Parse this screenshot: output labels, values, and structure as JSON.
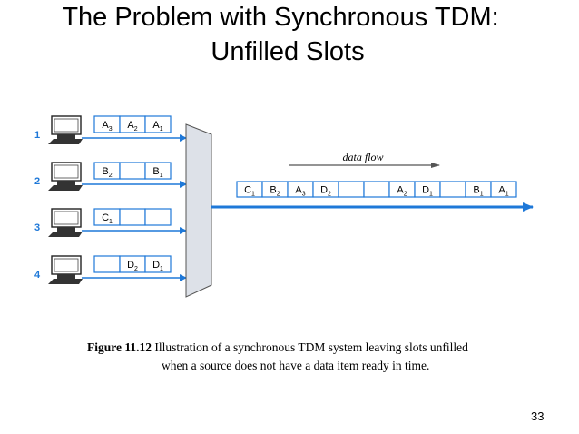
{
  "title": {
    "line1": "The Problem with Synchronous TDM:",
    "line2": "Unfilled Slots"
  },
  "colors": {
    "line": "#1e78d8",
    "mux_fill": "#dde1e8",
    "slot_fill": "#ffffff"
  },
  "sources": [
    {
      "number": "1",
      "slots": [
        {
          "l": "A",
          "s": "3"
        },
        {
          "l": "A",
          "s": "2"
        },
        {
          "l": "A",
          "s": "1"
        }
      ]
    },
    {
      "number": "2",
      "slots": [
        {
          "l": "B",
          "s": "2"
        },
        {
          "l": "",
          "s": ""
        },
        {
          "l": "B",
          "s": "1"
        }
      ]
    },
    {
      "number": "3",
      "slots": [
        {
          "l": "C",
          "s": "1"
        },
        {
          "l": "",
          "s": ""
        },
        {
          "l": "",
          "s": ""
        }
      ]
    },
    {
      "number": "4",
      "slots": [
        {
          "l": "",
          "s": ""
        },
        {
          "l": "D",
          "s": "2"
        },
        {
          "l": "D",
          "s": "1"
        }
      ]
    }
  ],
  "output_slots": [
    {
      "l": "C",
      "s": "1"
    },
    {
      "l": "B",
      "s": "2"
    },
    {
      "l": "A",
      "s": "3"
    },
    {
      "l": "D",
      "s": "2"
    },
    {
      "l": "",
      "s": ""
    },
    {
      "l": "",
      "s": ""
    },
    {
      "l": "A",
      "s": "2"
    },
    {
      "l": "D",
      "s": "1"
    },
    {
      "l": "",
      "s": ""
    },
    {
      "l": "B",
      "s": "1"
    },
    {
      "l": "A",
      "s": "1"
    }
  ],
  "data_flow_label": "data flow",
  "caption": {
    "figure_label": "Figure 11.12",
    "line1": "Illustration of a synchronous TDM system leaving slots unfilled",
    "line2": "when a source does not have a data item ready in time."
  },
  "page_number": "33"
}
